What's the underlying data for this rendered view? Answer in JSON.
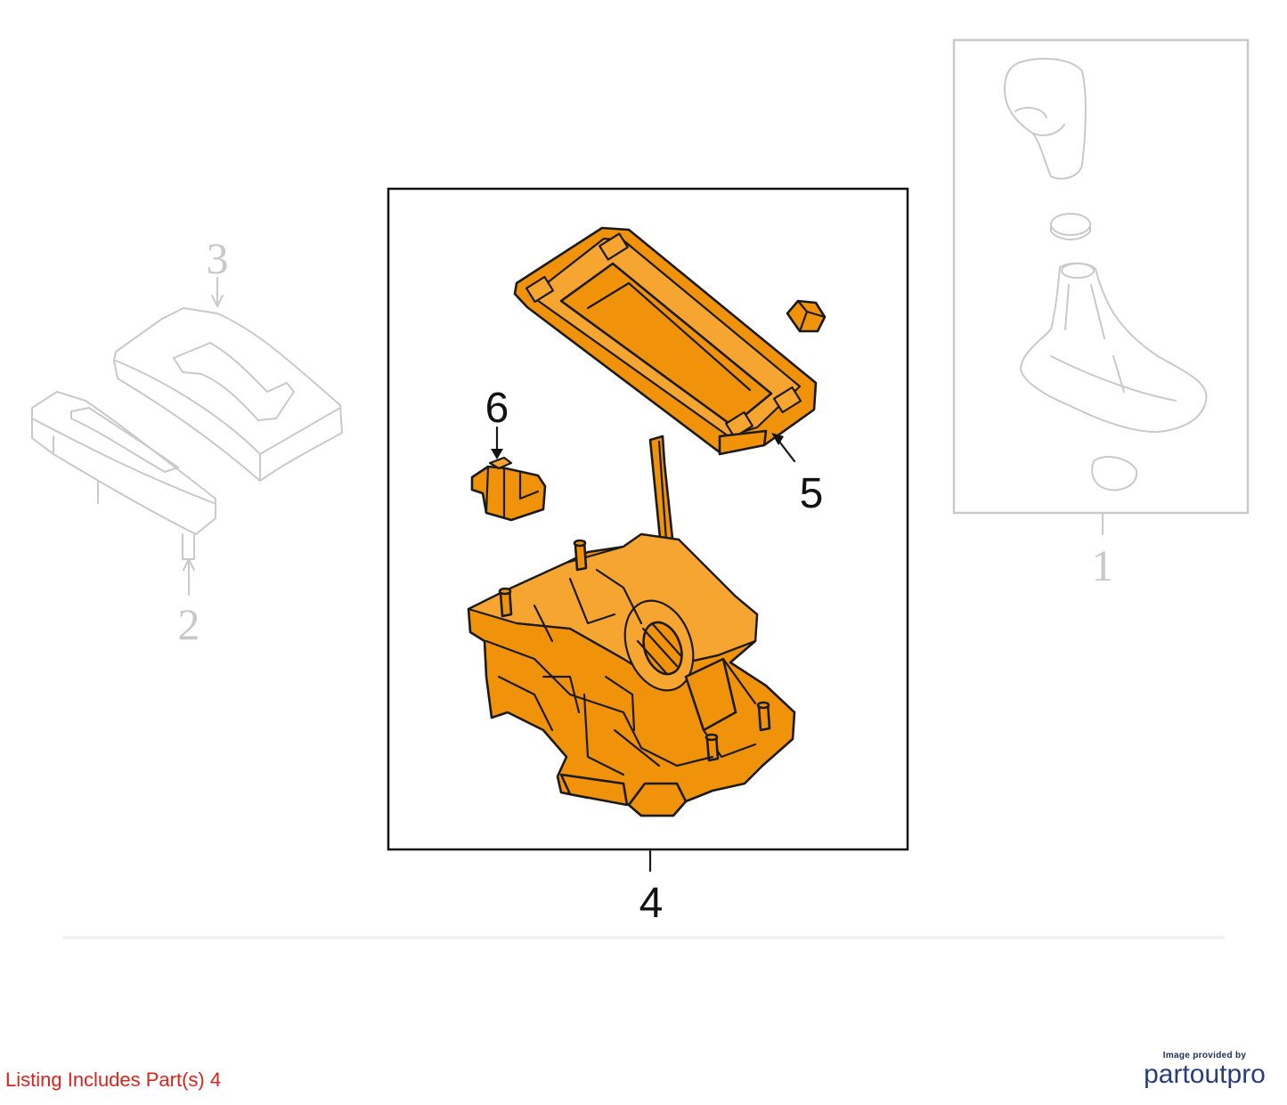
{
  "callouts": {
    "c1": "1",
    "c2": "2",
    "c3": "3",
    "c4": "4",
    "c5": "5",
    "c6": "6"
  },
  "listing": {
    "text": "Listing Includes Part(s) 4"
  },
  "credit": {
    "small": "Image provided by",
    "logo": "partoutpro"
  },
  "colors": {
    "highlight": "#f0930a",
    "listing_text": "#d9231d",
    "ghost_stroke": "#c9c9c9",
    "logo": "#2a3d7a"
  }
}
